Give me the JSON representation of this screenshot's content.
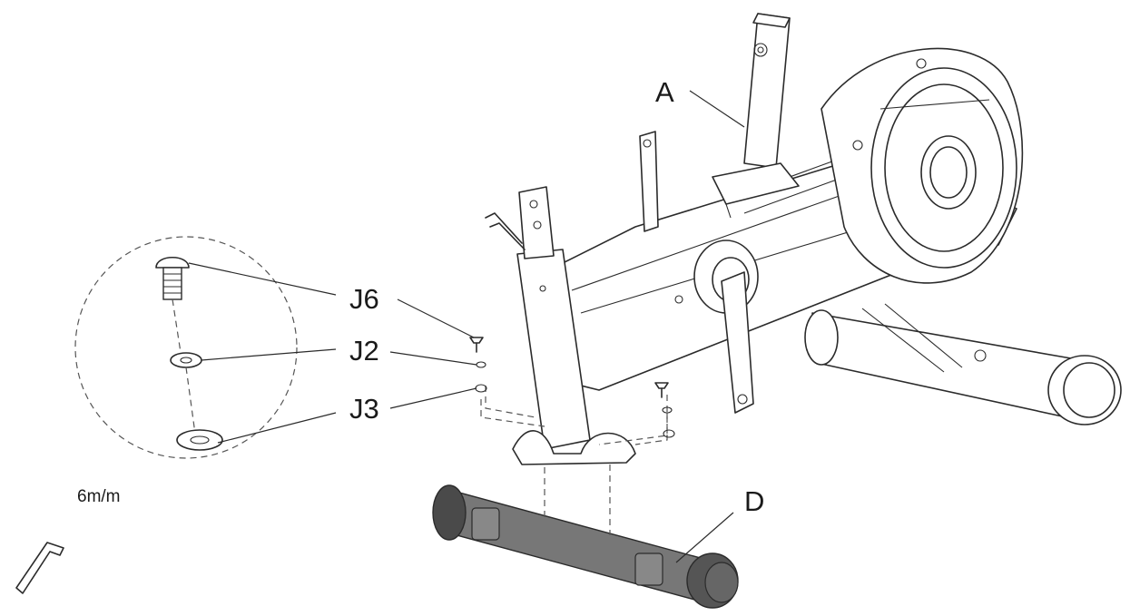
{
  "labels": {
    "part_a": "A",
    "part_j6": "J6",
    "part_j2": "J2",
    "part_j3": "J3",
    "part_d": "D",
    "tool_size": "6m/m"
  },
  "colors": {
    "line": "#2b2b2b",
    "tube": "#777777",
    "tube_dark": "#4a4a4a",
    "background": "#ffffff"
  },
  "icons": {
    "tool": "allen-key-icon"
  }
}
